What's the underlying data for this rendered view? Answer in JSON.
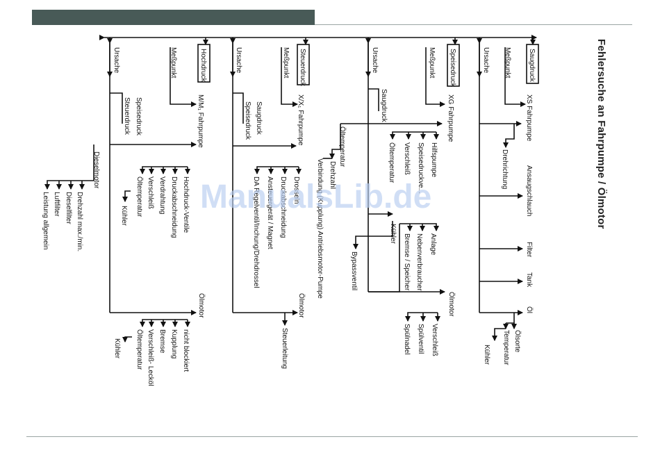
{
  "page": {
    "title": "Fehlersuche an Fahrpumpe / Ölmotor",
    "watermark": "ManualsLib.de"
  },
  "colors": {
    "header_bar": "#485a57",
    "rule_line": "#9aa5a3",
    "ink": "#111111"
  },
  "labels": {
    "saugdruck": "Saugdruck",
    "speisedruck": "Speisedruck",
    "steuerdruck": "Steuerdruck",
    "hochdruck": "Hochdruck",
    "messpunkt": "Meßpunkt",
    "ursache": "Ursache",
    "xs_fahrpumpe": "XS Fahrpumpe",
    "xg_fahrpumpe": "XG Fahrpumpe",
    "xx_fahrpumpe": "X/X₁ Fahrpumpe",
    "mm_fahrpumpe": "M/M₁ Fahrpumpe",
    "drehrichtung": "Drehrichtung",
    "ansaugschlauch": "Ansaugschlauch",
    "filter": "Filter",
    "tank": "Tank",
    "oel": "Öl",
    "oelsorte": "Ölsorte",
    "temperatur": "Temperatur",
    "kuehler": "Kühler",
    "hilfspumpe": "Hilfspumpe",
    "speisedruckventil": "Speisedruckve...",
    "verschleiss": "Verschleiß",
    "oeltemperatur": "Öltemperatur",
    "anlage": "Anlage",
    "nebenverbraucher": "Nebenverbraucher",
    "bremse_speicher": "Bremse / Speicher",
    "bypassventil": "Bypassventil",
    "oelmotor": "Ölmotor",
    "spuelventil": "Spülventil",
    "spuelnadel": "Spülnadel",
    "drehzahl": "Drehzahl",
    "verbindung": "Verbindung (Kupplung) Antriebsmotor-Pumpe",
    "drosseln": "Drosseln",
    "druckabschneidung": "Druckabschneidung",
    "ansteuergeraet": "Ansteuergerät / Magnet",
    "da_regelventil": "DA Regelventil/Inchung/Drehdrossel",
    "steuerleitung": "Steuerleitung",
    "hochdruckventile": "Hochdruck-Ventile",
    "verdrahtung": "Verdrahtung",
    "dieselmotor": "Dieselmotor",
    "drehzahl_max_min": "Drehzahl max./min.",
    "dieselfilter": "Dieselfilter",
    "luftfilter": "Luftfilter",
    "leistung_allgemein": "Leistung allgemein",
    "nicht_blockiert": "nicht blockiert",
    "kupplung": "Kupplung",
    "bremse": "Bremse",
    "verschleiss_leckoel": "Verschleiß- Lecköl"
  }
}
